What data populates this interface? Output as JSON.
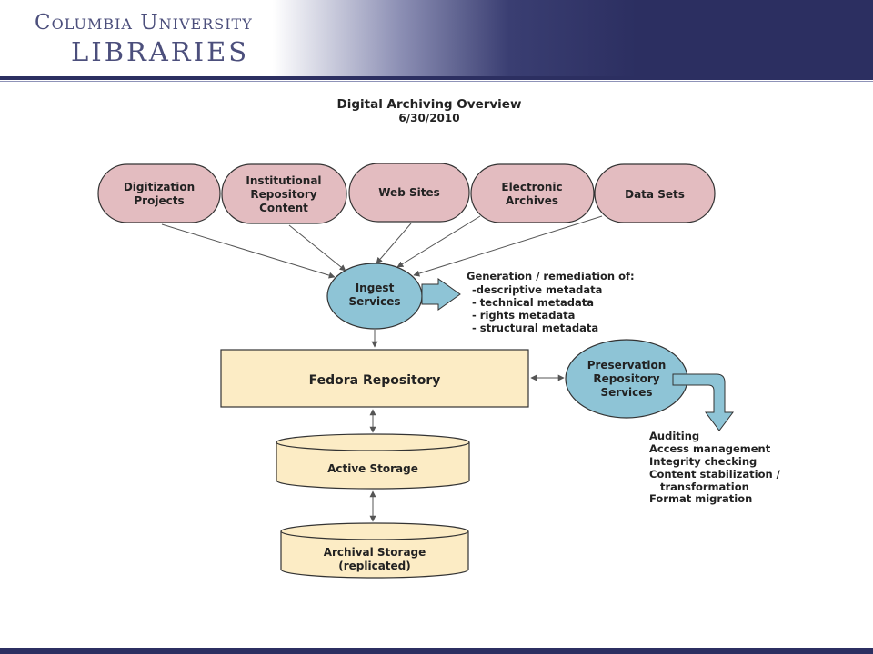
{
  "header": {
    "logo_line1": "Columbia University",
    "logo_line2": "LIBRARIES"
  },
  "diagram": {
    "title": "Digital Archiving Overview",
    "date": "6/30/2010",
    "sources": [
      {
        "lines": [
          "Digitization",
          "Projects"
        ]
      },
      {
        "lines": [
          "Institutional",
          "Repository",
          "Content"
        ]
      },
      {
        "lines": [
          "Web Sites"
        ]
      },
      {
        "lines": [
          "Electronic",
          "Archives"
        ]
      },
      {
        "lines": [
          "Data Sets"
        ]
      }
    ],
    "ingest": {
      "lines": [
        "Ingest",
        "Services"
      ]
    },
    "ingest_notes": {
      "heading": "Generation / remediation of:",
      "items": [
        "-descriptive metadata",
        "- technical metadata",
        "- rights metadata",
        "- structural metadata"
      ]
    },
    "fedora": "Fedora Repository",
    "preservation": {
      "lines": [
        "Preservation",
        "Repository",
        "Services"
      ]
    },
    "preservation_notes": [
      "Auditing",
      "Access management",
      "Integrity checking",
      "Content stabilization /",
      "transformation",
      "Format migration"
    ],
    "active_storage": "Active Storage",
    "archival_storage": {
      "lines": [
        "Archival Storage",
        "(replicated)"
      ]
    },
    "colors": {
      "source_fill": "#e3bcc0",
      "oval_fill": "#8ec4d6",
      "box_fill": "#fcecc5",
      "header_dark": "#2c2f61"
    }
  }
}
